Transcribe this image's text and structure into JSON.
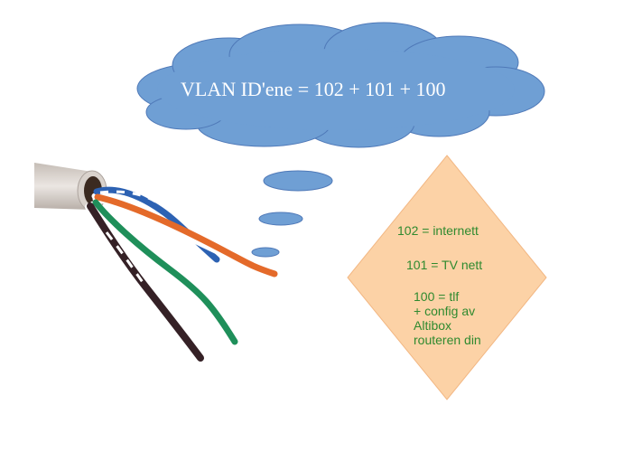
{
  "thought_cloud": {
    "text": "VLAN ID'ene = 102 + 101 + 100",
    "fill_color": "#6f9fd4",
    "border_color": "#4f79b8"
  },
  "diamond": {
    "fill_color": "#fcd2a6",
    "text_color": "#2f8a2f",
    "line_1": "102 = internett",
    "line_2": "101 = TV nett",
    "line_3": [
      "100 = tlf",
      "+ config av",
      "Altibox",
      "routeren din"
    ]
  },
  "cable": {
    "jacket_color": "#d9d2cc",
    "wire_colors": [
      "#2d62b3",
      "#e46a2a",
      "#1f8f5a",
      "#352126",
      "#ffffff"
    ]
  }
}
